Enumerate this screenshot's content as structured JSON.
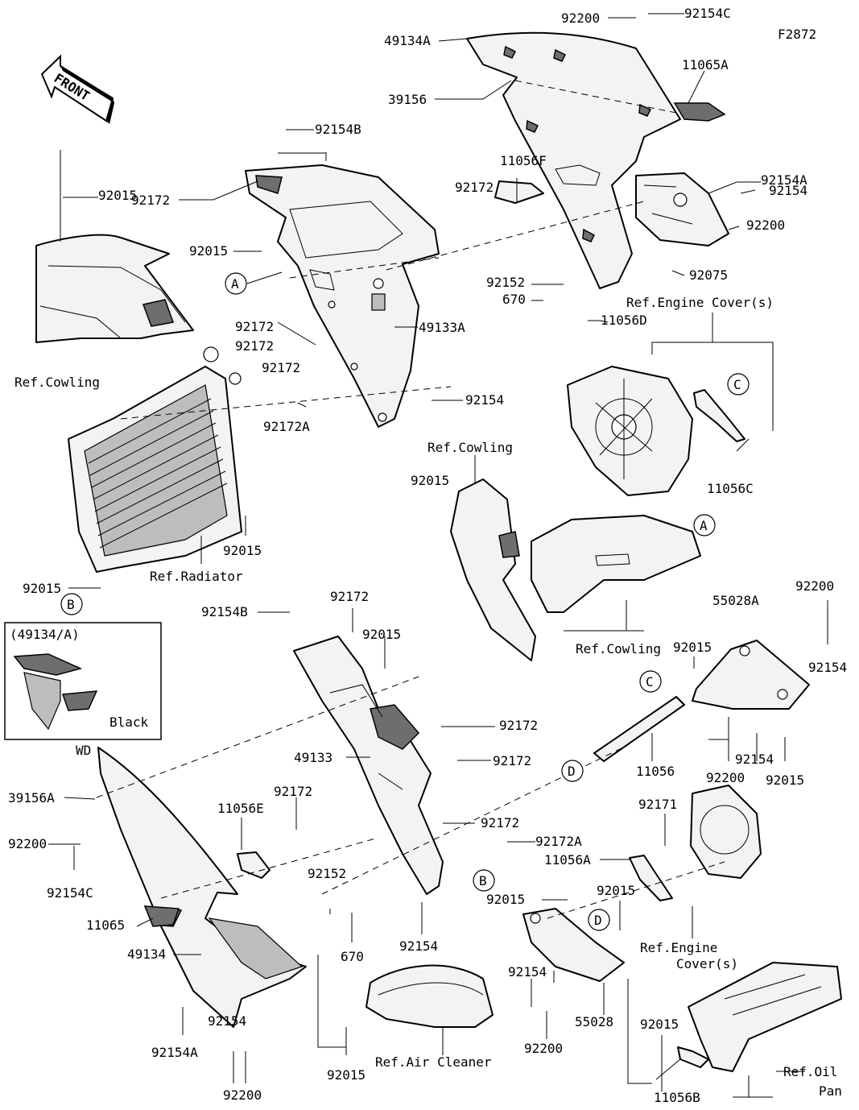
{
  "figure_code": "F2872",
  "front_label": "FRONT",
  "inset": {
    "title": "(49134/A)",
    "note": "Black"
  },
  "wd_label": "WD",
  "circle_refs": [
    "A",
    "A",
    "B",
    "B",
    "C",
    "C",
    "D",
    "D"
  ],
  "part_labels": [
    "92200",
    "92154C",
    "49134A",
    "11065A",
    "39156",
    "92154B",
    "92015",
    "92172",
    "92015",
    "11056F",
    "92172",
    "92154A",
    "92154",
    "92200",
    "92152",
    "670",
    "92075",
    "92172",
    "92172",
    "49133A",
    "11056D",
    "Ref.Engine Cover(s)",
    "92172",
    "92172A",
    "92154",
    "Ref.Cowling",
    "Ref.Cowling",
    "11056C",
    "92015",
    "92015",
    "Ref.Radiator",
    "92015",
    "92154B",
    "92172",
    "92015",
    "Ref.Cowling",
    "92200",
    "55028A",
    "92015",
    "92154",
    "92172",
    "49133",
    "92172",
    "11056",
    "92200",
    "92154",
    "92015",
    "39156A",
    "92172",
    "11056E",
    "92200",
    "92154C",
    "92172",
    "92171",
    "92172A",
    "11056A",
    "92015",
    "92015",
    "92152",
    "11065",
    "670",
    "92154",
    "49134",
    "Ref.Engine",
    "Cover(s)",
    "92154",
    "92154",
    "55028",
    "92200",
    "92015",
    "92154A",
    "Ref.Air Cleaner",
    "92015",
    "92200",
    "Ref.Oil",
    "Pan",
    "11056B"
  ]
}
